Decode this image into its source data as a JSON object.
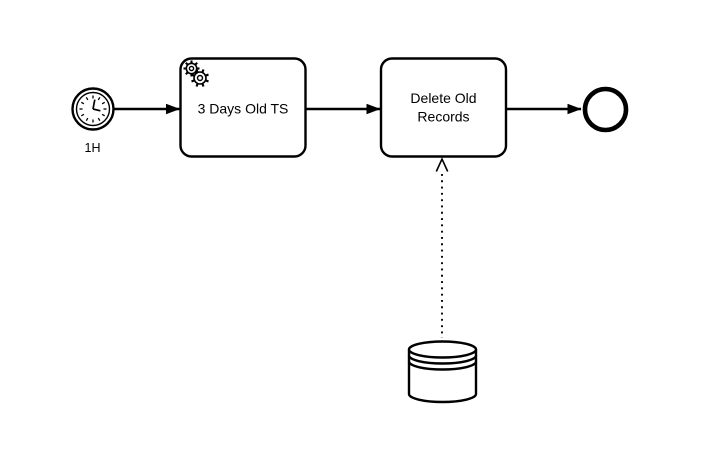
{
  "diagram": {
    "type": "bpmn-process",
    "background_color": "#ffffff",
    "line_color": "#000000",
    "fill_color": "#ffffff",
    "nodes": {
      "start_event": {
        "kind": "timer-start-event",
        "icon": "timer-clock-icon",
        "label": "1H"
      },
      "service_task": {
        "kind": "service-task",
        "icon": "gears-icon",
        "label": "3 Days Old TS"
      },
      "delete_task": {
        "kind": "task",
        "label_lines": [
          "Delete Old",
          "Records"
        ]
      },
      "end_event": {
        "kind": "end-event"
      },
      "data_store": {
        "kind": "data-store",
        "icon": "database-cylinder-icon"
      }
    },
    "flows": [
      {
        "from": "start_event",
        "to": "service_task",
        "style": "sequence-flow-solid-arrow"
      },
      {
        "from": "service_task",
        "to": "delete_task",
        "style": "sequence-flow-solid-arrow"
      },
      {
        "from": "delete_task",
        "to": "end_event",
        "style": "sequence-flow-solid-arrow"
      },
      {
        "from": "data_store",
        "to": "delete_task",
        "style": "data-association-dotted-open-arrow"
      }
    ]
  }
}
